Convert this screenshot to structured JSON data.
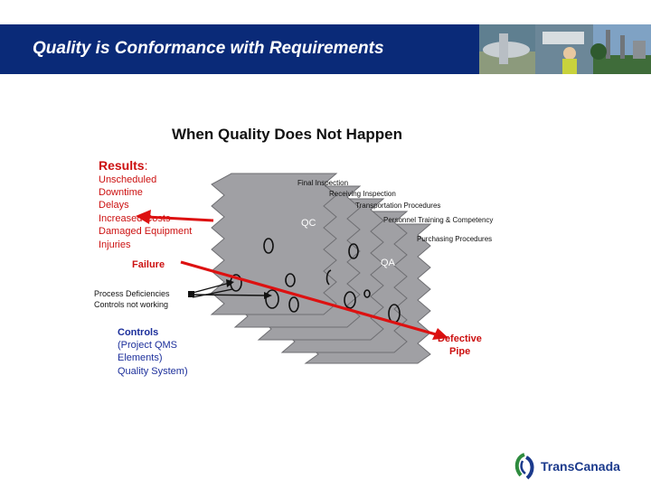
{
  "header": {
    "title": "Quality is Conformance with Requirements"
  },
  "diagram": {
    "title": "When Quality Does Not Happen",
    "results": {
      "heading": "Results",
      "colon": ":",
      "items": [
        "Unscheduled",
        "Downtime",
        "Delays",
        "Increased Costs",
        "Damaged Equipment",
        "Injuries"
      ]
    },
    "failure_label": "Failure",
    "process_labels": [
      "Process Deficiencies",
      "Controls not working"
    ],
    "controls": {
      "heading": "Controls",
      "lines": [
        "(Project QMS",
        "Elements)",
        " Quality System)"
      ]
    },
    "defective_pipe": [
      "Defective",
      "Pipe"
    ],
    "qc_label": "QC",
    "qa_label": "QA",
    "layer_labels": [
      "Final Inspection",
      "Receiving Inspection",
      "Transportation Procedures",
      "Personnel Training & Competency",
      "Purchasing Procedures"
    ]
  },
  "logo": {
    "text": "TransCanada"
  },
  "colors": {
    "header_bg": "#0a2a78",
    "results_red": "#cc1111",
    "controls_blue": "#1c2f9b",
    "layer_gray": "#a0a0a4",
    "logo_green": "#2e8b3e",
    "logo_blue": "#1b3a8c"
  }
}
